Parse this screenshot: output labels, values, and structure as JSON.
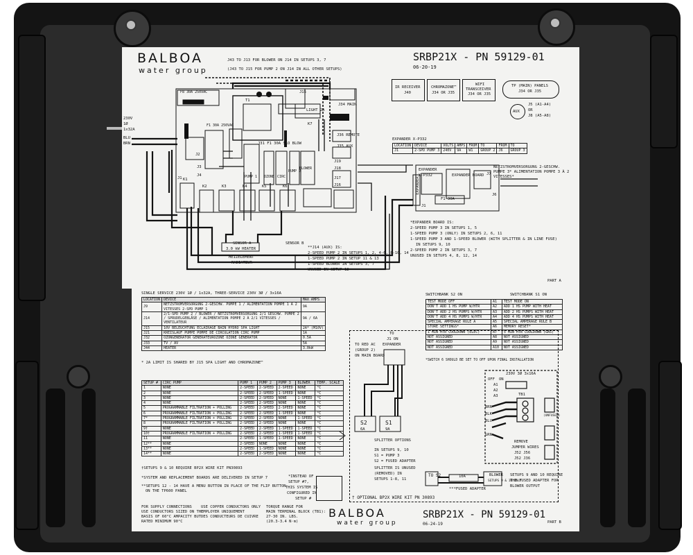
{
  "header": {
    "brand": "BALBOA",
    "brand_sub": "water group",
    "part_number": "SRBP21X - PN 59129-01",
    "date": "06-20-19",
    "j43_note": "J43 TO J13 FOR BLOWER ON J14 IN SETUPS 3, 7",
    "j43_note2": "(J43 TO J15 FOR PUMP 2 ON J14 IN ALL OTHER SETUPS)"
  },
  "connectors": {
    "ir_receiver": "IR RECEIVER",
    "ir_j": "J40",
    "chromazone": "CHROMAZONE™",
    "chromazone_j": "J34 OR J35",
    "wifi": "WIFI",
    "wifi2": "TRANSCEIVER",
    "wifi_j": "J34 OR J35",
    "tp_panels": "TP (MAIN) PANELS",
    "tp_j": "J34 OR J35",
    "aux": "AUX",
    "aux_j1": "J5 (A1-A4)",
    "aux_j2": "OR",
    "aux_j3": "J8 (A5-A8)"
  },
  "expander_table": {
    "title": "EXPANDER X-P332",
    "headers": [
      "LOCATION",
      "DEVICE",
      "VOLTS",
      "AMPS",
      "FROM",
      "TO",
      "FROM",
      "TO"
    ],
    "row": [
      "J1",
      "2-SPD PUMP 3",
      "240V",
      "9A",
      "W1",
      "GROUP 2",
      "J6",
      "GROUP 3"
    ]
  },
  "power_labels": {
    "v230": "230V",
    "phase": "1Ø",
    "amps": "1x32A",
    "blu": "BLU",
    "brn": "BRN",
    "fuse_main": "F8 30A 250VAC",
    "fuse_side": "F1 30A 250VAC",
    "k1": "K1",
    "k2": "K2",
    "k3": "K3",
    "k4": "K4",
    "k5": "K5",
    "k6": "K6",
    "k7": "K7",
    "t1": "T1",
    "j1": "J1",
    "j2": "J2",
    "j3": "J3",
    "j4": "J4",
    "j15": "J15",
    "j16": "J16",
    "j17": "J17",
    "j18": "J18",
    "j19": "J19",
    "light": "LIGHT 2A",
    "blower_label": "BLOWER",
    "pump1": "PUMP 1",
    "ozone": "OZONE",
    "circ": "CIRC",
    "pump2": "PUMP 2",
    "j34_main": "J34 MAIN",
    "j36_remote": "J36 REMOTE",
    "j35_aux": "J35 AUX",
    "j31_fuse": "J31 F1 30A SLO BLOW"
  },
  "expander_board": {
    "note": "NETZSTROMVERSORGUNG 2-GESCHW. PUMPE 3* ALIMENTATION POMPE 3 À 2 VITESSES*",
    "expander": "EXPANDER",
    "xp332": "X-P332",
    "board": "EXPANDER BOARD",
    "fuse": "F1 30A",
    "j6": "J6",
    "j7": "J7",
    "j1": "J1",
    "expander_vert": "EXPANDER"
  },
  "expander_notes": {
    "title": "*EXPANDER BOARD IS:",
    "l1": "2-SPEED PUMP 3 IN SETUPS 1, 5",
    "l2": "1-SPEED PUMP 3 (ONLY) IN SETUPS 2, 6, 11",
    "l3": "1-SPEED PUMP 3 AND 1-SPEED BLOWER (WITH SPLITTER & IN LINE FUSE)",
    "l4": "IN SETUPS 9, 10",
    "l5": "2-SPEED PUMP 2 IN SETUPS 3, 7",
    "l6": "UNUSED IN SETUPS 4, 8, 12, 14"
  },
  "heater": {
    "sensor_a": "SENSOR A",
    "sensor_b": "SENSOR B",
    "kw": "3.0 kW HEATER",
    "de": "HEIZELEMENT",
    "fr": "RADIATEUR"
  },
  "j14_notes": {
    "title": "**J14 (AUX) IS:",
    "l1": "2-SPEED PUMP 2 IN SETUPS 1, 2, 4-6, 8-10, 14",
    "l2": "1-SPEED PUMP 2 IN SETUP 11 & 13",
    "l3": "1-SPEED BLOWER IN SETUPS 3, 7",
    "l4": "UNUSED IN SETUP 12"
  },
  "part_a": "PART A",
  "part_b": "PART B",
  "service": {
    "title": "SINGLE SERVICE 230V 1Ø / 1x32A, THREE-SERVICE 230V 3Ø / 3x16A",
    "headers": [
      "LOCATION",
      "DEVICE",
      "MAX AMPS"
    ],
    "rows": [
      [
        "J9",
        "NETZSTROMVERSORGUNG 2-GESCHW. PUMPE 1 / ALIMENTATION POMPE 1 À 2 VITESSES  2-SPD PUMP 1",
        "9A"
      ],
      [
        "J14",
        "2/1-SPD PUMP 2 / BLOWER / NETZSTROMVERSORGUNG 2/1 GESCHW. PUMPE 2 / SPRUDELGEBLÄSE / ALIMENTATION POMPE 2 À 2/1 VITESSES / VENTILATEUR",
        "9A / 6A"
      ],
      [
        "J15",
        "10V BELEUCHTUNG  ÉCLAIRAGE BAIN HYDRO  SPA LIGHT",
        "2A* (M10V)"
      ],
      [
        "J21",
        "KREISLAUF PUMPE  POMPE DE CIRCULATION  CIRC PUMP",
        "1A"
      ],
      [
        "J32",
        "OZONGENERATOR  GÉNÉRATEUROZONE  OZONE GENERATOR",
        "0.5A"
      ],
      [
        "J33",
        "TV / AV",
        "5A"
      ],
      [
        "J44",
        "HEATER",
        "3.0kW"
      ]
    ],
    "footnote": "* 2A LIMIT IS SHARED BY J15 SPA LIGHT AND CHROMAZONE™"
  },
  "switchbank": {
    "title_left": "SWITCHBANK S2 ON",
    "title_right": "SWITCHBANK S1 ON",
    "rows": [
      [
        "TEST MODE OFF",
        "A1",
        "TEST MODE ON"
      ],
      [
        "DON'T ADD 1 HS PUMP W/HTR",
        "A2",
        "ADD 1 HS PUMP WITH HEAT"
      ],
      [
        "DON'T ADD 2 HS PUMPS W/HTR",
        "A3",
        "ADD 2 HS PUMPS WITH HEAT"
      ],
      [
        "DON'T ADD 4 HS PUMPS W/HTR",
        "A4",
        "ADD 4 HS PUMPS WITH HEAT"
      ],
      [
        "SPECIAL AMPERAGE RULE A",
        "A5",
        "SPECIAL AMPERAGE RULE B"
      ],
      [
        "STORE SETTINGS*",
        "A6",
        "MEMORY RESET*"
      ],
      [
        "1 MIN HTR COOLDOWN (ELEC)",
        "A7",
        "5 MIN HTR COOLDOWN (GAS)"
      ],
      [
        "NOT ASSIGNED",
        "A8",
        "NOT ASSIGNED"
      ],
      [
        "NOT ASSIGNED",
        "A9",
        "NOT ASSIGNED"
      ],
      [
        "NOT ASSIGNED",
        "A10",
        "NOT ASSIGNED"
      ]
    ],
    "footnote": "*SWITCH 6 SHOULD BE SET TO OFF UPON FINAL INSTALLATION"
  },
  "setup_table": {
    "headers": [
      "SETUP #",
      "CIRC PUMP",
      "PUMP 1",
      "PUMP 2",
      "PUMP 3",
      "BLOWER",
      "TEMP. SCALE"
    ],
    "rows": [
      [
        "1",
        "NONE",
        "2-SPEED",
        "2-SPEED",
        "2-SPEED",
        "NONE",
        "°C"
      ],
      [
        "2",
        "NONE",
        "2-SPEED",
        "2-SPEED",
        "1-SPEED",
        "NONE",
        "°C"
      ],
      [
        "3",
        "NONE",
        "2-SPEED",
        "2-SPEED",
        "NONE",
        "1-SPEED",
        "°C"
      ],
      [
        "4",
        "NONE",
        "2-SPEED",
        "2-SPEED",
        "NONE",
        "NONE",
        "°C"
      ],
      [
        "5",
        "PROGRAMMABLE FILTRATION + POLLING",
        "2-SPEED",
        "2-SPEED",
        "2-SPEED",
        "NONE",
        "°C"
      ],
      [
        "6",
        "PROGRAMMABLE FILTRATION + POLLING",
        "2-SPEED",
        "2-SPEED",
        "1-SPEED",
        "NONE",
        "°C"
      ],
      [
        "7*",
        "PROGRAMMABLE FILTRATION + POLLING",
        "2-SPEED",
        "2-SPEED",
        "NONE",
        "1-SPEED",
        "°C"
      ],
      [
        "8",
        "PROGRAMMABLE FILTRATION + POLLING",
        "2-SPEED",
        "2-SPEED",
        "NONE",
        "NONE",
        "°C"
      ],
      [
        "9†",
        "NONE",
        "2-SPEED",
        "2-SPEED",
        "1-SPEED",
        "1-SPEED",
        "°C"
      ],
      [
        "10†",
        "PROGRAMMABLE FILTRATION + POLLING",
        "2-SPEED",
        "2-SPEED",
        "1-SPEED",
        "1-SPEED",
        "°C"
      ],
      [
        "11",
        "NONE",
        "2-SPEED",
        "1-SPEED",
        "1-SPEED",
        "NONE",
        "°C"
      ],
      [
        "12**",
        "NONE",
        "2-SPEED",
        "NONE",
        "NONE",
        "NONE",
        "°C"
      ],
      [
        "13**",
        "NONE",
        "2-SPEED",
        "1-SPEED",
        "NONE",
        "NONE",
        "°C"
      ],
      [
        "14**",
        "NONE",
        "2-SPEED",
        "2-SPEED",
        "NONE",
        "NONE",
        "°C"
      ]
    ],
    "note1": "†SETUPS 9 & 10 REQUIRE BP2X WIRE KIT PN30893",
    "note2": "*SYSTEM AND REPLACEMENT BOARDS ARE DELIVERED IN SETUP 7",
    "note3": "**SETUPS 12 - 14 HAVE A MENU BUTTON IN PLACE OF THE FLIP BUTTON",
    "note3b": "ON THE TP600 PANEL"
  },
  "instead_setup": {
    "l1": "*INSTEAD OF",
    "l2": "SETUP #7,",
    "l3": "THIS SYSTEM IS",
    "l4": "CONFIGURED IN",
    "l5": "SETUP #"
  },
  "splitter": {
    "to": "TO",
    "j1_on": "J1 ON",
    "expander": "EXPANDER",
    "to_red_ac": "TO RED AC",
    "group": "(GROUP 2)",
    "main_board": "ON MAIN BOARD",
    "s2": "S2",
    "s2a": "6A",
    "s1": "S1",
    "s1a": "9A",
    "options": "SPLITTER OPTIONS",
    "opt1": "IN SETUPS 9, 10",
    "opt2": "S1 = PUMP 3",
    "opt3": "S2 = FUSED ADAPTER",
    "unused1": "SPLITTER IS UNUSED",
    "unused2": "(REMOVED) IN",
    "unused3": "SETUPS 1-8, 11",
    "wire_kit": "† OPTIONAL BP2X WIRE KIT PN 30893",
    "to_s2": "TO S2",
    "fuse": "10A",
    "fused_adapter": "***FUSED ADAPTER",
    "blower": "BLOWER",
    "blower2": "SETUPS 9 & 10 ONLY",
    "blower_note1": "SETUPS 9 AND 10 REQUIRE",
    "blower_note2": "THE FUSED ADAPTER FOR",
    "blower_note3": "BLOWER OUTPUT"
  },
  "jumper_panel": {
    "title": "230V 3Ø 3x16A",
    "off": "OFF",
    "on": "ON",
    "a1": "A1",
    "a2": "A2",
    "a3": "A3",
    "tb1": "TB1",
    "remove": "REMOVE",
    "jumper": "JUMPER WIRES",
    "j52": "J52 J56",
    "j52b": "J52 J36",
    "brn": "BRN",
    "blk": "BLK",
    "blu": "BLU",
    "grn": "GRN",
    "un": "(UNFUSED)"
  },
  "footer": {
    "copper1": "FOR SUPPLY CONNECTIONS",
    "copper2": "USE CONDUCTORS SIZED ON THE",
    "copper3": "BASIS OF 60°C AMPACITY BUT",
    "copper4": "RATED MINIMUM 90°C",
    "copper5": "USE COPPER CONDUCTORS ONLY",
    "copper6": "EMPLOYER UNIQUEMENT",
    "copper7": "DES CONDUCTEURS DE CUIVRE",
    "torque1": "TORQUE RANGE FOR",
    "torque2": "MAIN TERMINAL BLOCK (TB1):",
    "torque3": "27-30 IN. LBS.",
    "torque4": "(20.3-3.4 N·m)",
    "brand": "BALBOA",
    "brand_sub": "water group",
    "part_number": "SRBP21X - PN 59129-01",
    "date": "06-24-19"
  },
  "colors": {
    "enclosure": "#141414",
    "enclosure_inner": "#2b2b2b",
    "sheet": "#f3f3f1",
    "ink": "#111111"
  }
}
